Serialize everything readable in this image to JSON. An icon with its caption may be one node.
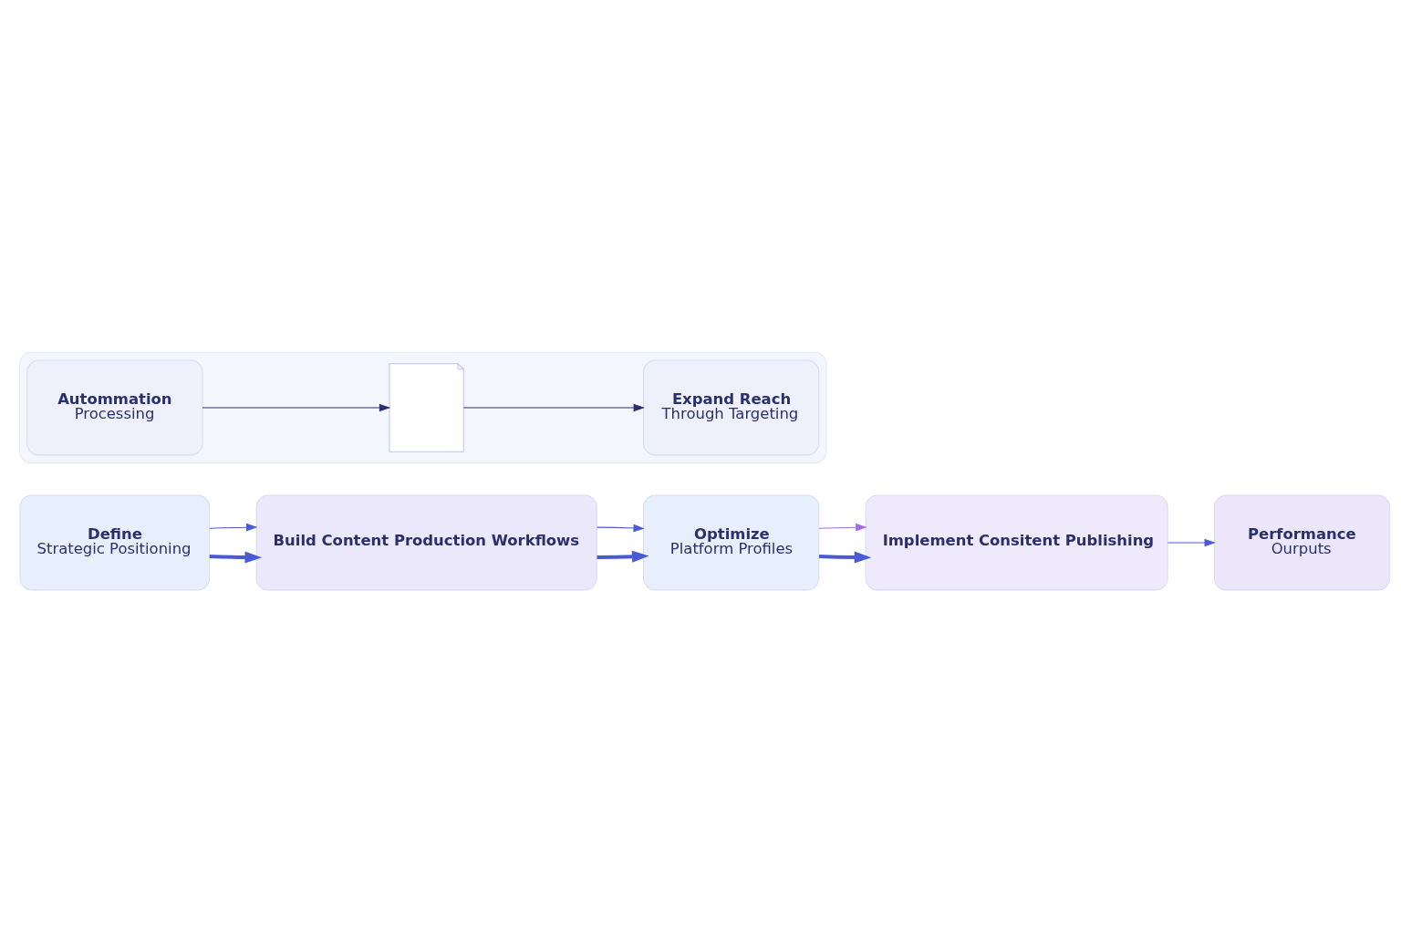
{
  "diagram": {
    "nodes": [
      {
        "text": [
          "Define",
          "Strategic Positioning"
        ]
      },
      {
        "text": [
          "Build Content Production Workflows"
        ]
      },
      {
        "text": [
          "Optimize",
          "Platform Profiles"
        ]
      },
      {
        "text": [
          "Implement Consitent Publishing"
        ]
      },
      {
        "text": [
          "Performance",
          "Ourputs"
        ]
      },
      {
        "text": [],
        "shape": "box"
      },
      {
        "text": [
          "Autommation",
          "Processing"
        ],
        "in": 5
      },
      {
        "text": [],
        "shape": "picture",
        "in": 5
      },
      {
        "text": [
          "Expand Reach",
          "Through Targeting"
        ],
        "in": 5
      }
    ],
    "edges": [
      {
        "from": 0,
        "to": 1,
        "arrow": "to",
        "style": "thick"
      },
      {
        "from": 0,
        "to": 1,
        "arrow": "to"
      },
      {
        "from": 1,
        "to": 2,
        "arrow": "to",
        "style": "thick"
      },
      {
        "from": 1,
        "to": 2,
        "arrow": "to"
      },
      {
        "from": 2,
        "to": 3,
        "arrow": "to",
        "style": "thick"
      },
      {
        "from": 2,
        "to": 3,
        "arrow": "to",
        "color": "#9b6fe0"
      },
      {
        "from": 3,
        "to": 4,
        "arrow": "to"
      },
      {
        "from": 6,
        "to": 7,
        "arrow": "to",
        "color": "#2a2f6e"
      },
      {
        "from": 7,
        "to": 8,
        "arrow": "to",
        "color": "#2a2f6e"
      }
    ]
  }
}
